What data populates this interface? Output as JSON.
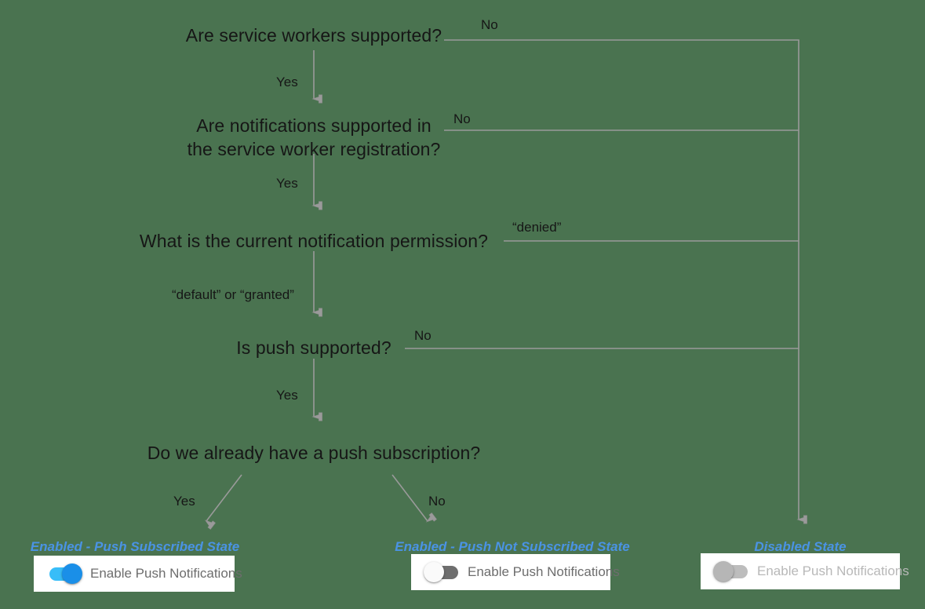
{
  "diagram": {
    "title": "Push notification support decision flow",
    "background_color": "#4a7350",
    "line_color": "#9a9a9a",
    "node_text_color": "#161616",
    "state_label_color": "#4a93e4"
  },
  "nodes": [
    {
      "id": "service-workers",
      "text": "Are service workers supported?"
    },
    {
      "id": "notifications-in-sw",
      "text": "Are notifications supported in\nthe service worker registration?"
    },
    {
      "id": "notification-permission",
      "text": "What is the current notification permission?"
    },
    {
      "id": "push-supported",
      "text": "Is push supported?"
    },
    {
      "id": "existing-subscription",
      "text": "Do we already have a push subscription?"
    }
  ],
  "edge_labels": [
    {
      "id": "sw-no",
      "text": "No"
    },
    {
      "id": "sw-yes",
      "text": "Yes"
    },
    {
      "id": "notif-no",
      "text": "No"
    },
    {
      "id": "notif-yes",
      "text": "Yes"
    },
    {
      "id": "perm-denied",
      "text": "“denied”"
    },
    {
      "id": "perm-default-granted",
      "text": "“default” or “granted”"
    },
    {
      "id": "push-no",
      "text": "No"
    },
    {
      "id": "push-yes",
      "text": "Yes"
    },
    {
      "id": "sub-yes",
      "text": "Yes"
    },
    {
      "id": "sub-no",
      "text": "No"
    }
  ],
  "outcomes": [
    {
      "id": "push-subscribed",
      "state_label": "Enabled - Push Subscribed State",
      "toggle": {
        "state": "on",
        "label": "Enable Push Notifications",
        "label_style": "enabled-text"
      }
    },
    {
      "id": "push-not-subscribed",
      "state_label": "Enabled - Push Not Subscribed State",
      "toggle": {
        "state": "off",
        "label": "Enable Push Notifications",
        "label_style": "enabled-text"
      }
    },
    {
      "id": "disabled",
      "state_label": "Disabled State",
      "toggle": {
        "state": "disabled",
        "label": "Enable Push Notifications",
        "label_style": "disabled-text"
      }
    }
  ]
}
